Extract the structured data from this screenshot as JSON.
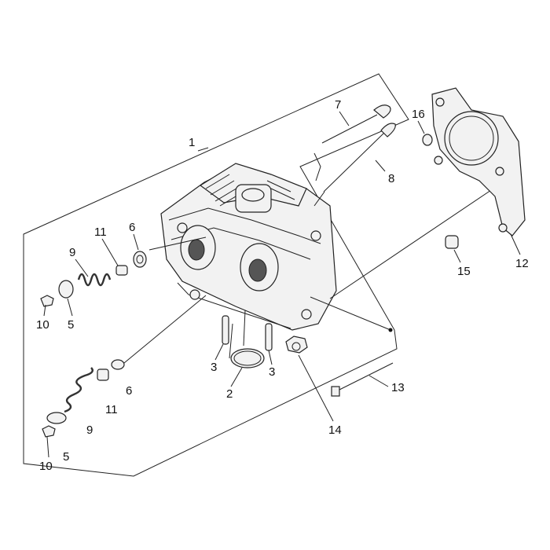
{
  "callouts": {
    "c1": "1",
    "c2": "2",
    "c3a": "3",
    "c3b": "3",
    "c5a": "5",
    "c5b": "5",
    "c6a": "6",
    "c6b": "6",
    "c7": "7",
    "c8": "8",
    "c9a": "9",
    "c9b": "9",
    "c10a": "10",
    "c10b": "10",
    "c11a": "11",
    "c11b": "11",
    "c12": "12",
    "c13": "13",
    "c14": "14",
    "c15": "15",
    "c16": "16"
  },
  "colors": {
    "line": "#222222",
    "part_fill": "#f2f2f2",
    "dark_fill": "#555555"
  }
}
